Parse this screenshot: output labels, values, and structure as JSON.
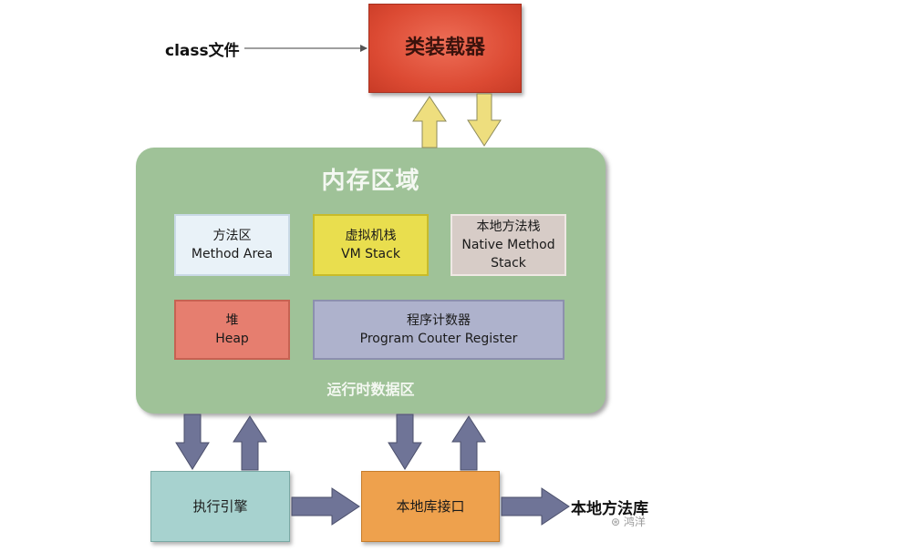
{
  "diagram": {
    "class_file_label": "class文件",
    "class_loader": "类装载器",
    "memory_area_title": "内存区域",
    "runtime_data_area": "运行时数据区",
    "method_area": {
      "zh": "方法区",
      "en": "Method Area"
    },
    "vm_stack": {
      "zh": "虚拟机栈",
      "en": "VM Stack"
    },
    "native_method_stack": {
      "zh": "本地方法栈",
      "en_line1": "Native Method",
      "en_line2": "Stack"
    },
    "heap": {
      "zh": "堆",
      "en": "Heap"
    },
    "program_counter": {
      "zh": "程序计数器",
      "en": "Program Couter Register"
    },
    "execution_engine": "执行引擎",
    "native_interface": "本地库接口",
    "native_library": "本地方法库",
    "watermark": "鸿洋"
  },
  "colors": {
    "class_loader": "#dc4a33",
    "memory_area": "#9fc298",
    "method_area": "#e9f2f8",
    "vm_stack": "#e9de4e",
    "native_stack": "#d7ccc7",
    "heap": "#e67e6f",
    "pc_register": "#aeb2cc",
    "execution_engine": "#a7d2cf",
    "native_interface": "#eea14d",
    "yellow_arrow": "#eede7e",
    "slate_arrow": "#6f7497"
  }
}
